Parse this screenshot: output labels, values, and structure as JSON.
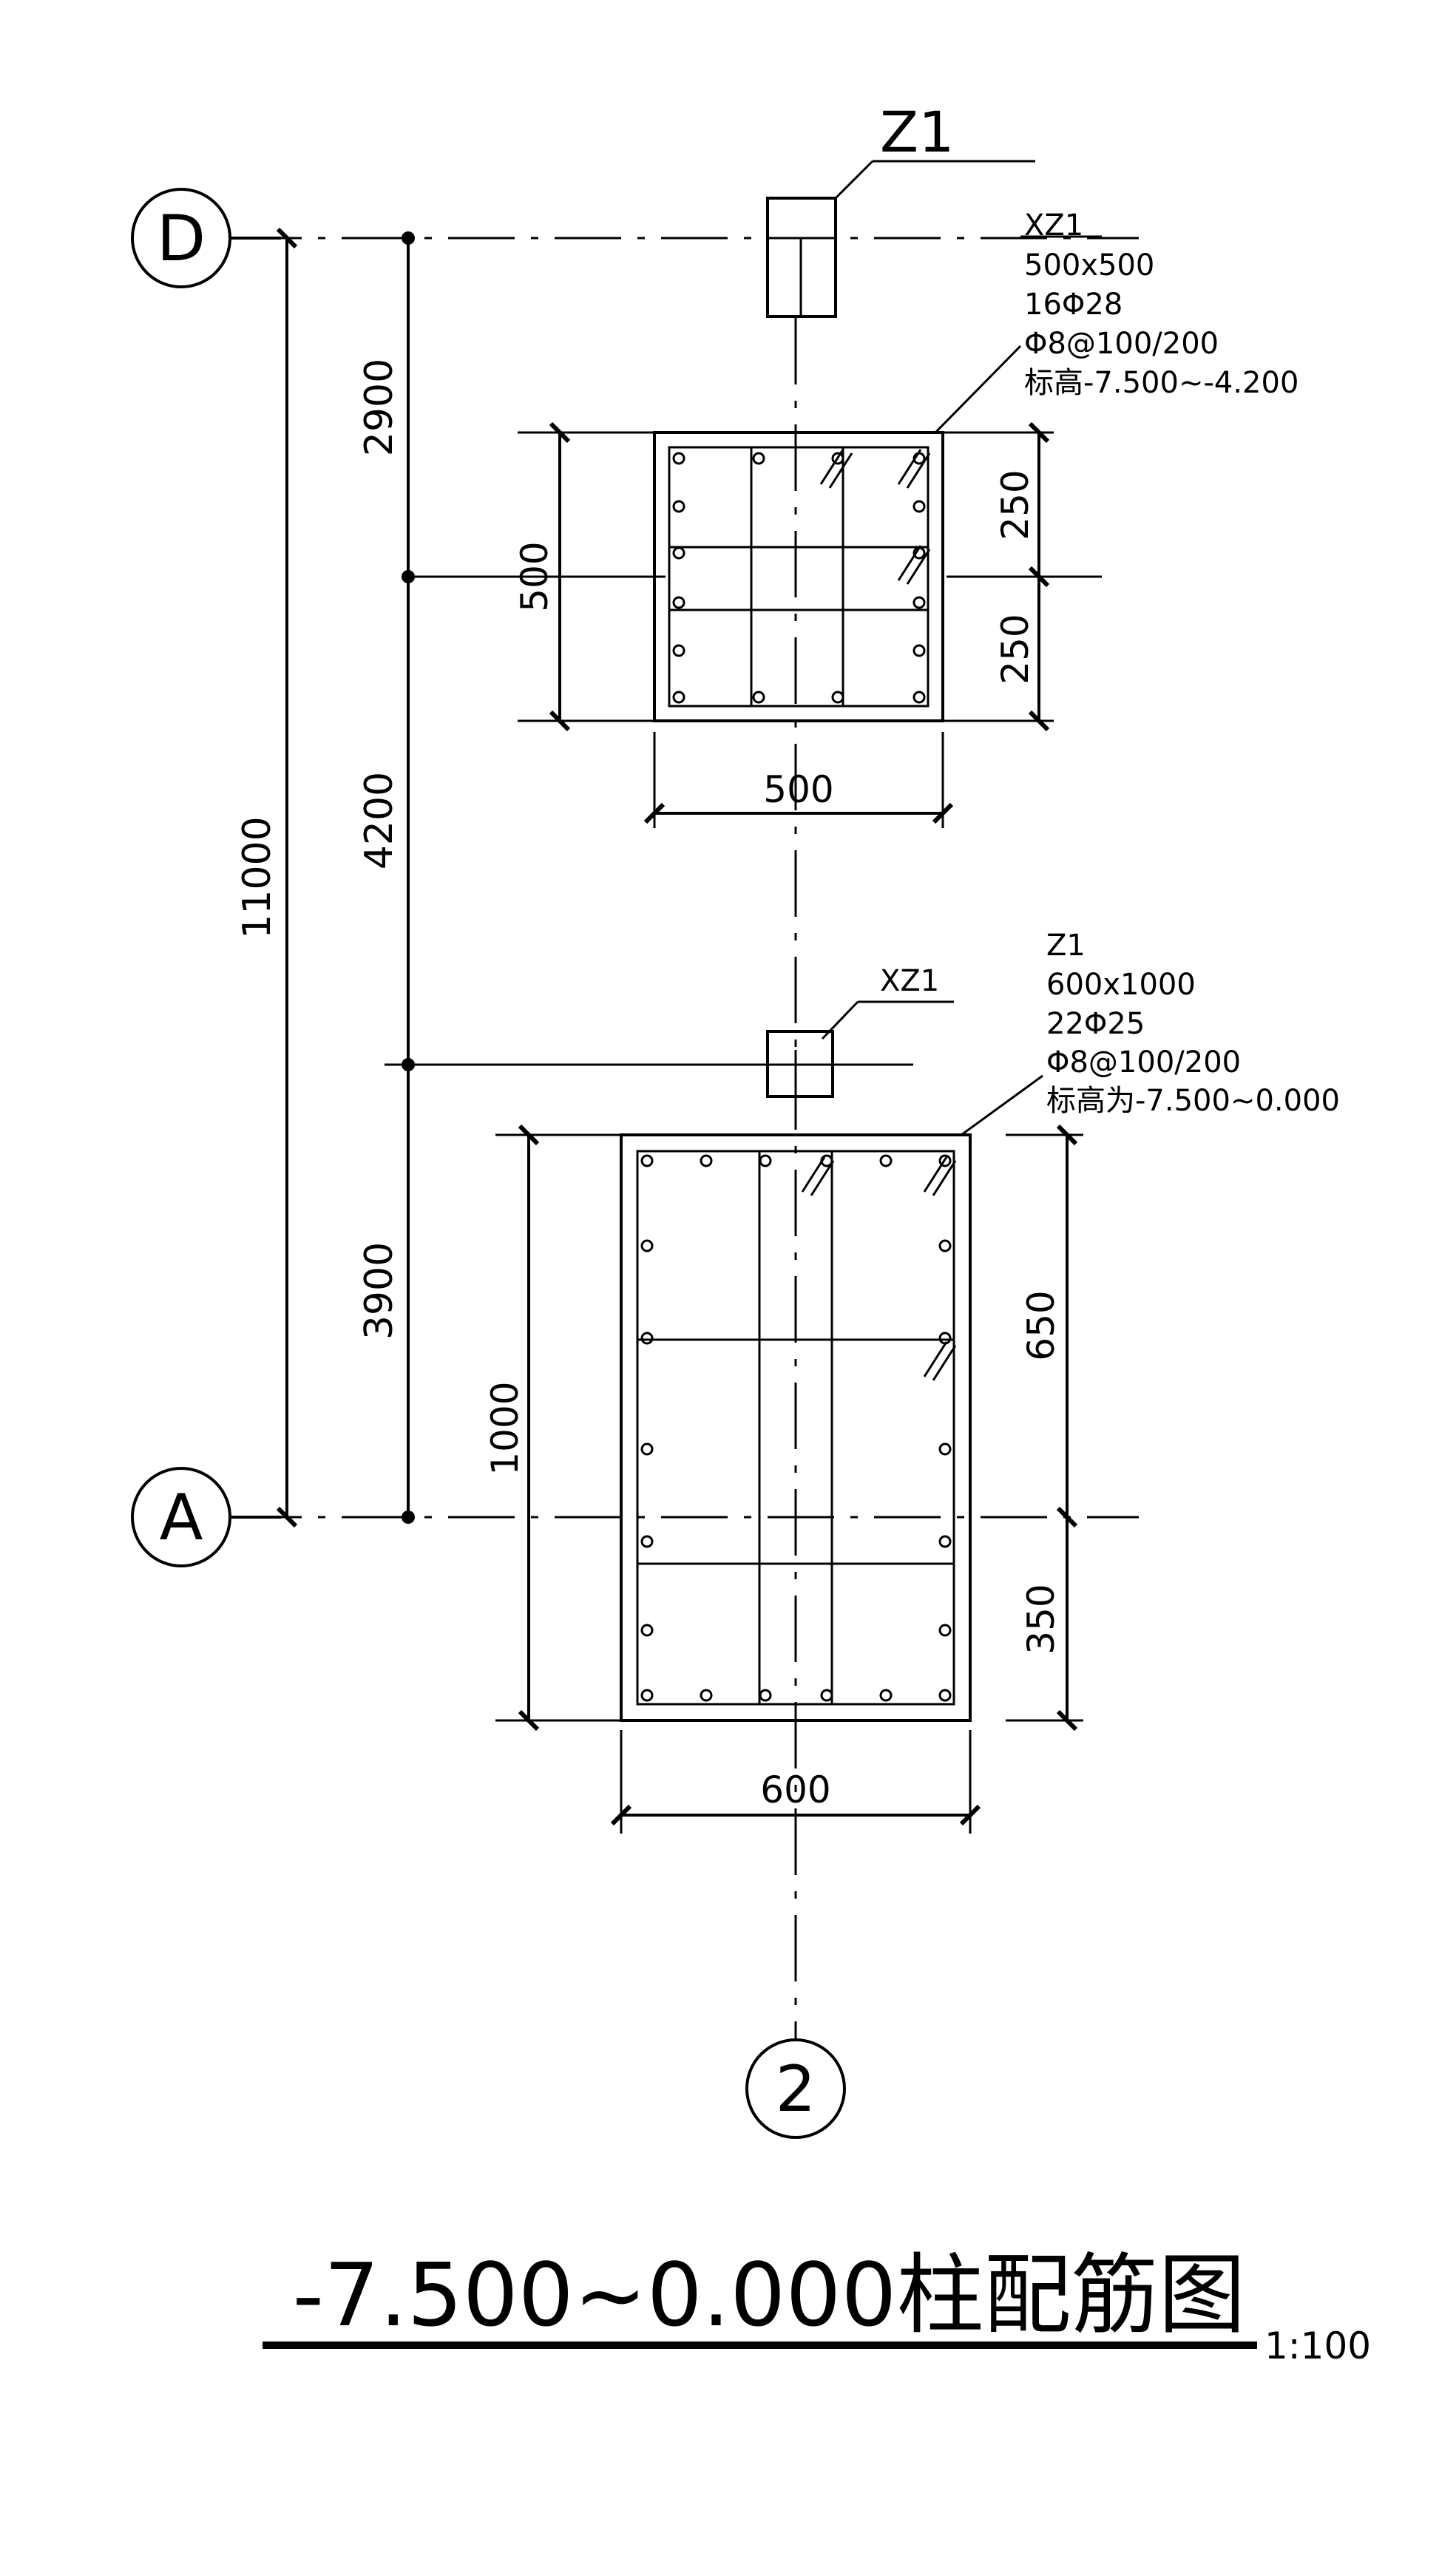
{
  "grid": {
    "axis_d": "D",
    "axis_a": "A",
    "axis_2": "2"
  },
  "dims": {
    "total": "11000",
    "seg_top": "2900",
    "seg_mid": "4200",
    "seg_bot": "3900"
  },
  "column_top": {
    "tag": "Z1",
    "section_name": "XZ1",
    "size": "500x500",
    "rebar_main": "16Φ28",
    "stirrup": "Φ8@100/200",
    "elevation": "标高-7.500~-4.200",
    "dim_height": "500",
    "dim_width": "500",
    "dim_top": "250",
    "dim_bottom": "250"
  },
  "column_bottom": {
    "tag": "XZ1",
    "section_name": "Z1",
    "size": "600x1000",
    "rebar_main": "22Φ25",
    "stirrup": "Φ8@100/200",
    "elevation": "标高为-7.500~0.000",
    "dim_height": "1000",
    "dim_width": "600",
    "dim_top": "650",
    "dim_bottom": "350"
  },
  "title": {
    "text": "-7.500~0.000柱配筋图",
    "scale": "1:100"
  }
}
